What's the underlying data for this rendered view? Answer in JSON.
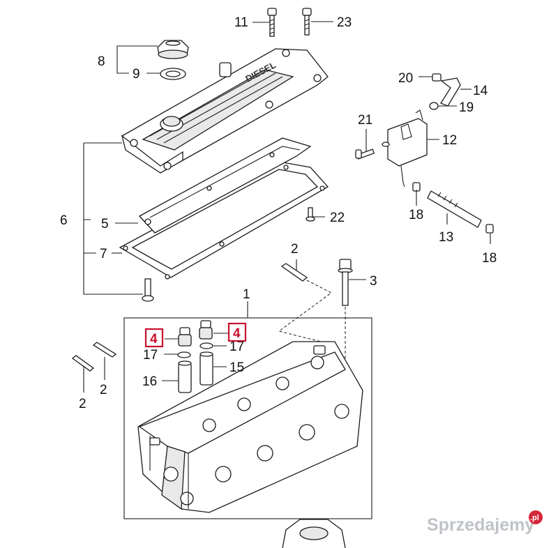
{
  "labels": {
    "l1": "1",
    "l2a": "2",
    "l2b": "2",
    "l2c": "2",
    "l3": "3",
    "l4a": "4",
    "l4b": "4",
    "l5": "5",
    "l6": "6",
    "l7": "7",
    "l8": "8",
    "l9": "9",
    "l11": "11",
    "l12": "12",
    "l13": "13",
    "l14": "14",
    "l15": "15",
    "l16": "16",
    "l17a": "17",
    "l17b": "17",
    "l18a": "18",
    "l18b": "18",
    "l19": "19",
    "l20": "20",
    "l21": "21",
    "l22": "22",
    "l23": "23"
  },
  "cover_embossing": "DIESEL",
  "watermark": {
    "brand": "Sprzedajemy",
    "tld": ".pl"
  },
  "colors": {
    "highlight": "#c8102e",
    "watermark": "#bfc3c8",
    "line": "#1a1a1a"
  }
}
